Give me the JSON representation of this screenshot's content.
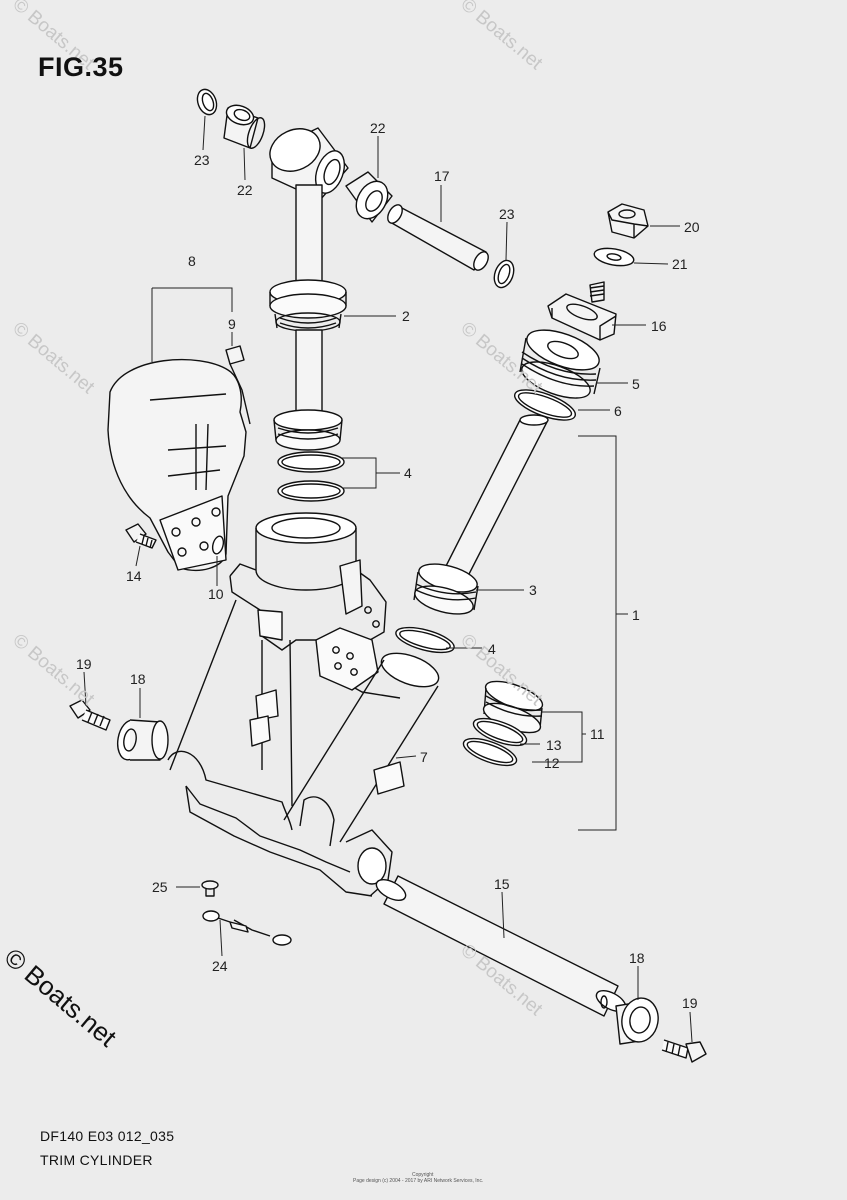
{
  "figure": {
    "title": "FIG.35",
    "model_code": "DF140 E03 012_035",
    "section_name": "TRIM CYLINDER"
  },
  "watermarks": {
    "text": "© Boats.net",
    "big_text": "© Boats.net"
  },
  "footer_small": {
    "line1": "Copyright",
    "line2": "Page design (c) 2004 - 2017 by ARI Network Services, Inc."
  },
  "callouts": [
    {
      "id": "c23a",
      "label": "23"
    },
    {
      "id": "c22a",
      "label": "22"
    },
    {
      "id": "c22b",
      "label": "22"
    },
    {
      "id": "c17",
      "label": "17"
    },
    {
      "id": "c23b",
      "label": "23"
    },
    {
      "id": "c20",
      "label": "20"
    },
    {
      "id": "c21",
      "label": "21"
    },
    {
      "id": "c8",
      "label": "8"
    },
    {
      "id": "c9",
      "label": "9"
    },
    {
      "id": "c2",
      "label": "2"
    },
    {
      "id": "c16",
      "label": "16"
    },
    {
      "id": "c5",
      "label": "5"
    },
    {
      "id": "c6",
      "label": "6"
    },
    {
      "id": "c4a",
      "label": "4"
    },
    {
      "id": "c14",
      "label": "14"
    },
    {
      "id": "c10",
      "label": "10"
    },
    {
      "id": "c3",
      "label": "3"
    },
    {
      "id": "c1",
      "label": "1"
    },
    {
      "id": "c4b",
      "label": "4"
    },
    {
      "id": "c19a",
      "label": "19"
    },
    {
      "id": "c18a",
      "label": "18"
    },
    {
      "id": "c7",
      "label": "7"
    },
    {
      "id": "c11",
      "label": "11"
    },
    {
      "id": "c13",
      "label": "13"
    },
    {
      "id": "c12",
      "label": "12"
    },
    {
      "id": "c25",
      "label": "25"
    },
    {
      "id": "c15",
      "label": "15"
    },
    {
      "id": "c24",
      "label": "24"
    },
    {
      "id": "c18b",
      "label": "18"
    },
    {
      "id": "c19b",
      "label": "19"
    }
  ]
}
